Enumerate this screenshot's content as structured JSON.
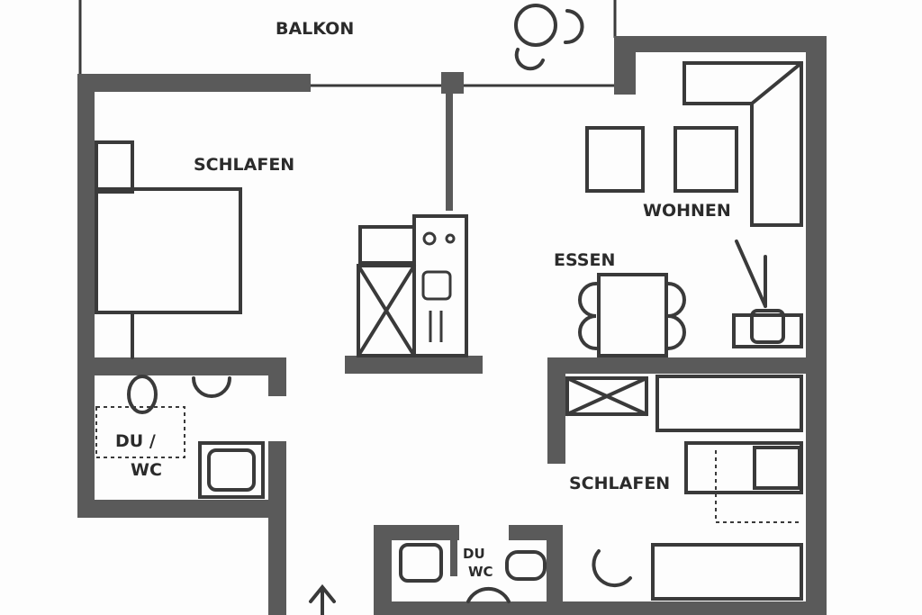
{
  "title": "Grundriss Wohnung",
  "rooms": {
    "balkon": "BALKON",
    "schlafen_1": "SCHLAFEN",
    "wohnen": "WOHNEN",
    "essen": "ESSEN",
    "bath_1_line1": "DU /",
    "bath_1_line2": "WC",
    "schlafen_2": "SCHLAFEN",
    "bath_2_line1": "DU",
    "bath_2_line2": "WC"
  }
}
